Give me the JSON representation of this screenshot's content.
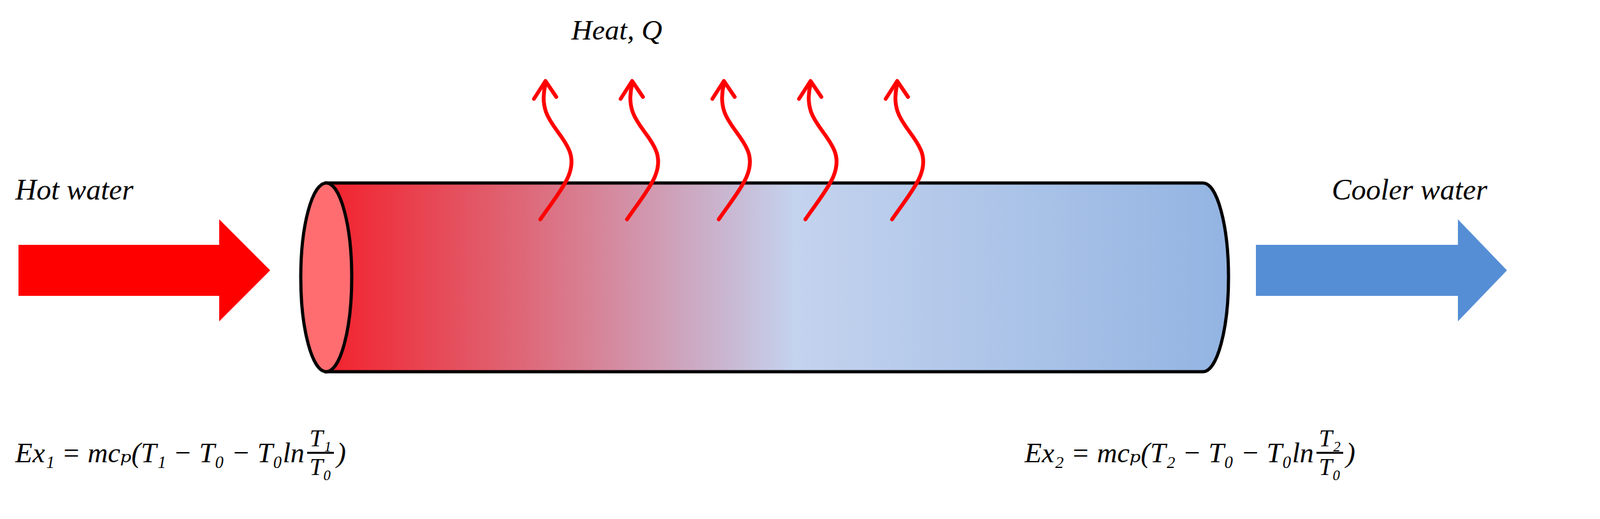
{
  "diagram": {
    "labels": [
      "Heat, Q",
      "Hot water",
      "Cooler water",
      "Ex₁ = mcₚ(T₁ − T₀ − T₀ln",
      "T₁",
      "T₀",
      ")",
      "Ex₂ = mcₚ(T₂ − T₀ − T₀ln",
      "T₂",
      "T₀",
      ")"
    ]
  }
}
